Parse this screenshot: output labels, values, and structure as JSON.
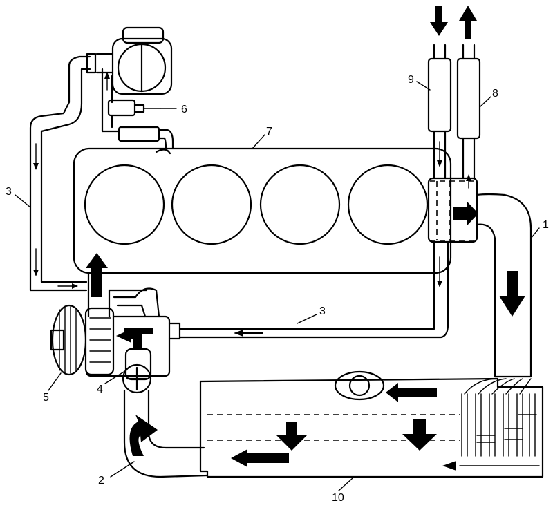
{
  "callouts": {
    "c1": "1",
    "c2": "2",
    "c3_left": "3",
    "c3_mid": "3",
    "c4": "4",
    "c5": "5",
    "c6": "6",
    "c7": "7",
    "c8": "8",
    "c9": "9",
    "c10": "10"
  },
  "colors": {
    "ink": "#000000",
    "paper": "#ffffff"
  }
}
